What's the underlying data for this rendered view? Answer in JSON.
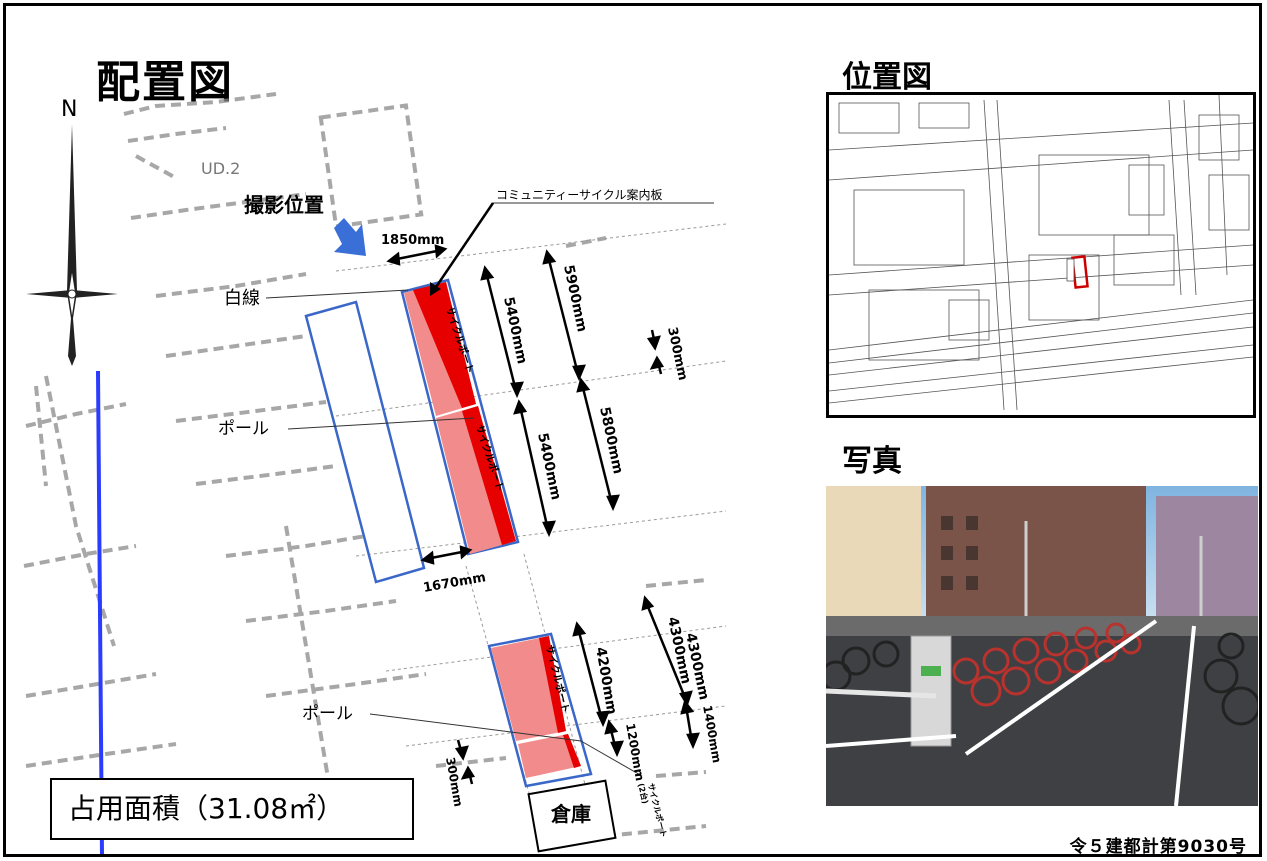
{
  "layout": {
    "title": "配置図",
    "compass_label": "N",
    "shooting_position_label": "撮影位置",
    "map_text": "UD.2",
    "labels": {
      "white_line": "白線",
      "pole_1": "ポール",
      "pole_2": "ポール",
      "signboard": "コミュニティーサイクル案内板",
      "storage": "倉庫"
    },
    "port_labels": {
      "port_1": "サイクルポート",
      "port_2": "サイクルポート",
      "port_3": "サイクルポート",
      "port_small": "サイクルポート",
      "port_small_note": "(2台)"
    },
    "dimensions": {
      "d1850": "1850mm",
      "d5400a": "5400mm",
      "d5900": "5900mm",
      "d300a": "300mm",
      "d5400b": "5400mm",
      "d5800": "5800mm",
      "d1670": "1670mm",
      "d4200": "4200mm",
      "d4300a": "4300mm",
      "d4300b": "4300mm",
      "d1200": "1200mm",
      "d1400": "1400mm",
      "d300b": "300mm"
    },
    "occupied_area": "占用面積（31.08㎡）"
  },
  "location_map": {
    "title": "位置図"
  },
  "photo": {
    "title": "写真"
  },
  "permit_number": "令５建都計第9030号",
  "colors": {
    "port_fill": "#f28b8b",
    "port_strip": "#e60000",
    "outline_blue": "#3a67c8",
    "vertical_line": "#2b3bff",
    "arrow_blue": "#3a6fd8"
  }
}
